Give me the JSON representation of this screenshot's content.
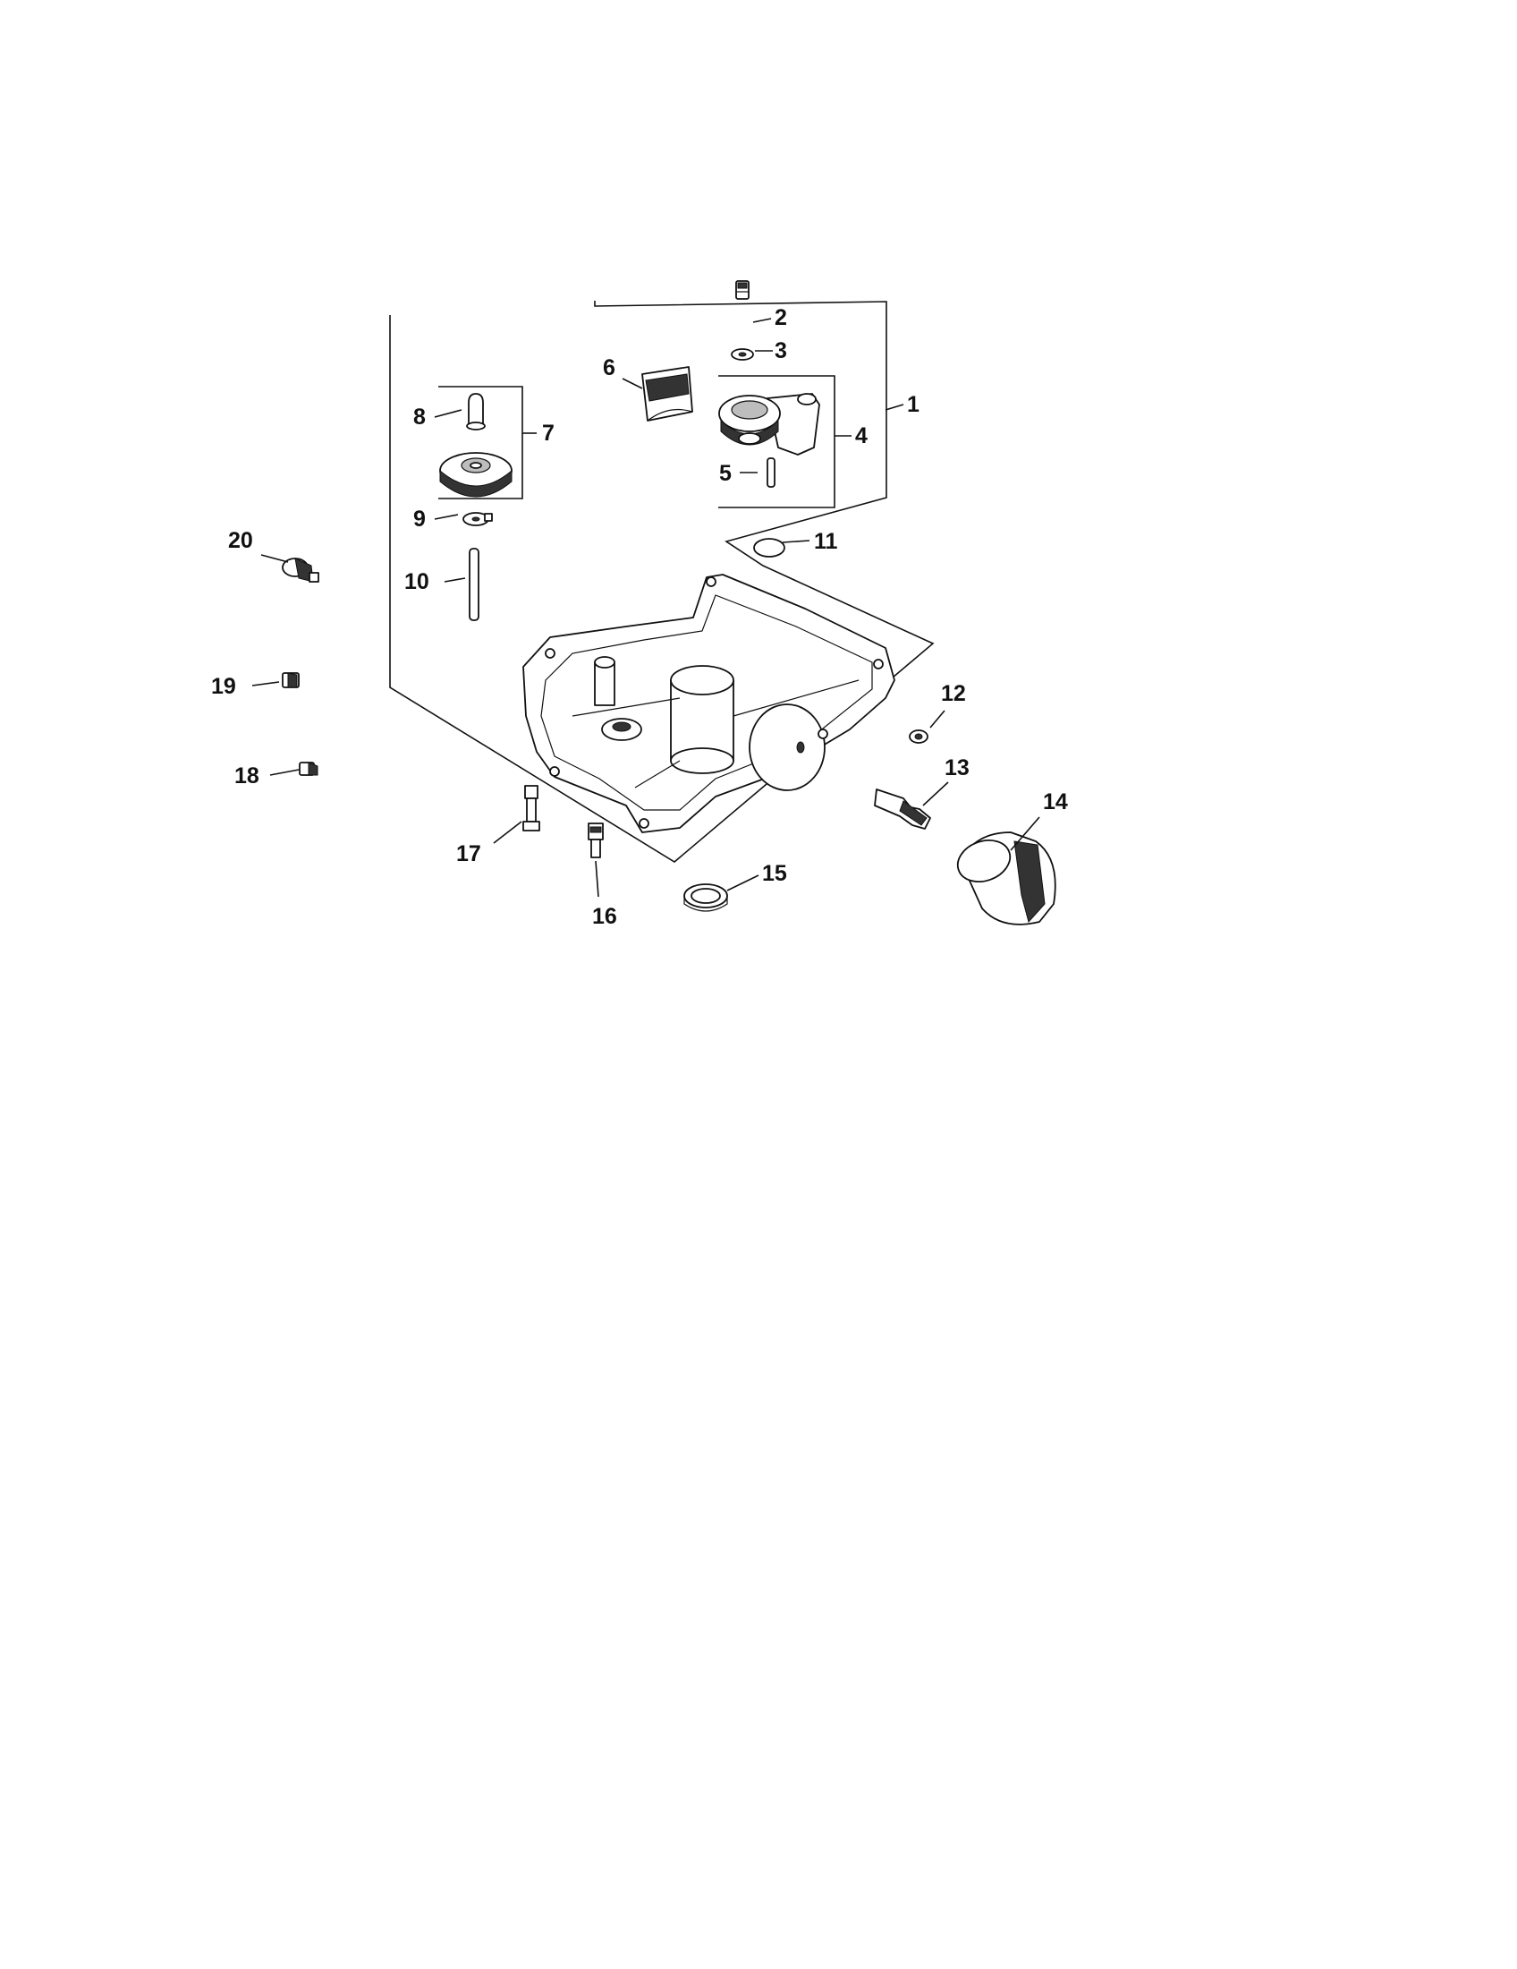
{
  "callouts": [
    "1",
    "2",
    "3",
    "4",
    "5",
    "6",
    "7",
    "8",
    "9",
    "10",
    "11",
    "12",
    "13",
    "14",
    "15",
    "16",
    "17",
    "18",
    "19",
    "20"
  ],
  "colors": {
    "ink": "#111111",
    "background": "#ffffff"
  }
}
